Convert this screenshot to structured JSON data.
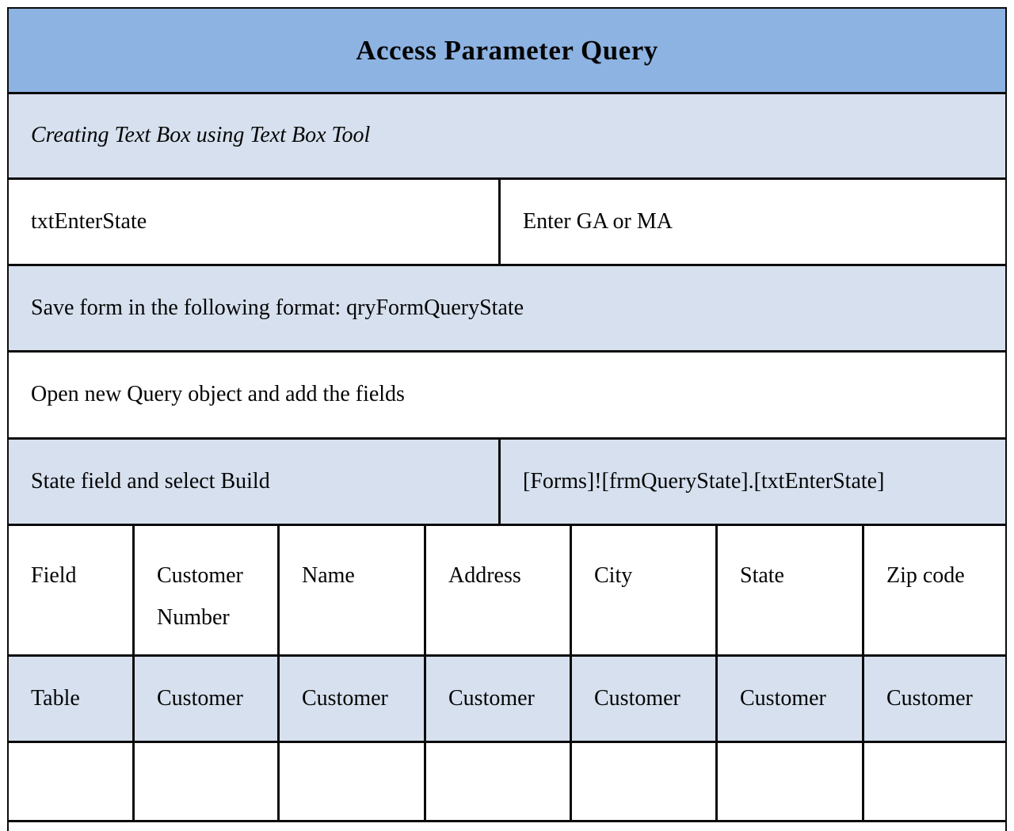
{
  "document": {
    "title": "Access Parameter Query",
    "subtitle": "Creating Text Box using Text Box Tool"
  },
  "sections": {
    "textbox_name": "txtEnterState",
    "textbox_prompt": "Enter GA or MA",
    "save_instruction": "Save form in the following format: qryFormQueryState",
    "query_instruction": "Open new Query object and add the fields",
    "build_left": "State field and select Build",
    "build_right": "[Forms]![frmQueryState].[txtEnterState]"
  },
  "grid": {
    "field_row": [
      "Field",
      "Customer Number",
      "Name",
      "Address",
      "City",
      "State",
      "Zip code"
    ],
    "table_row": [
      "Table",
      "Customer",
      "Customer",
      "Customer",
      "Customer",
      "Customer",
      "Customer"
    ],
    "partial_row": [
      "",
      "",
      "",
      "",
      "",
      "",
      ""
    ]
  },
  "colors": {
    "header_bg": "#8DB3E2",
    "band_bg": "#D6E0EE",
    "border": "#0B0B0B",
    "page_bg": "#FFFFFF"
  }
}
